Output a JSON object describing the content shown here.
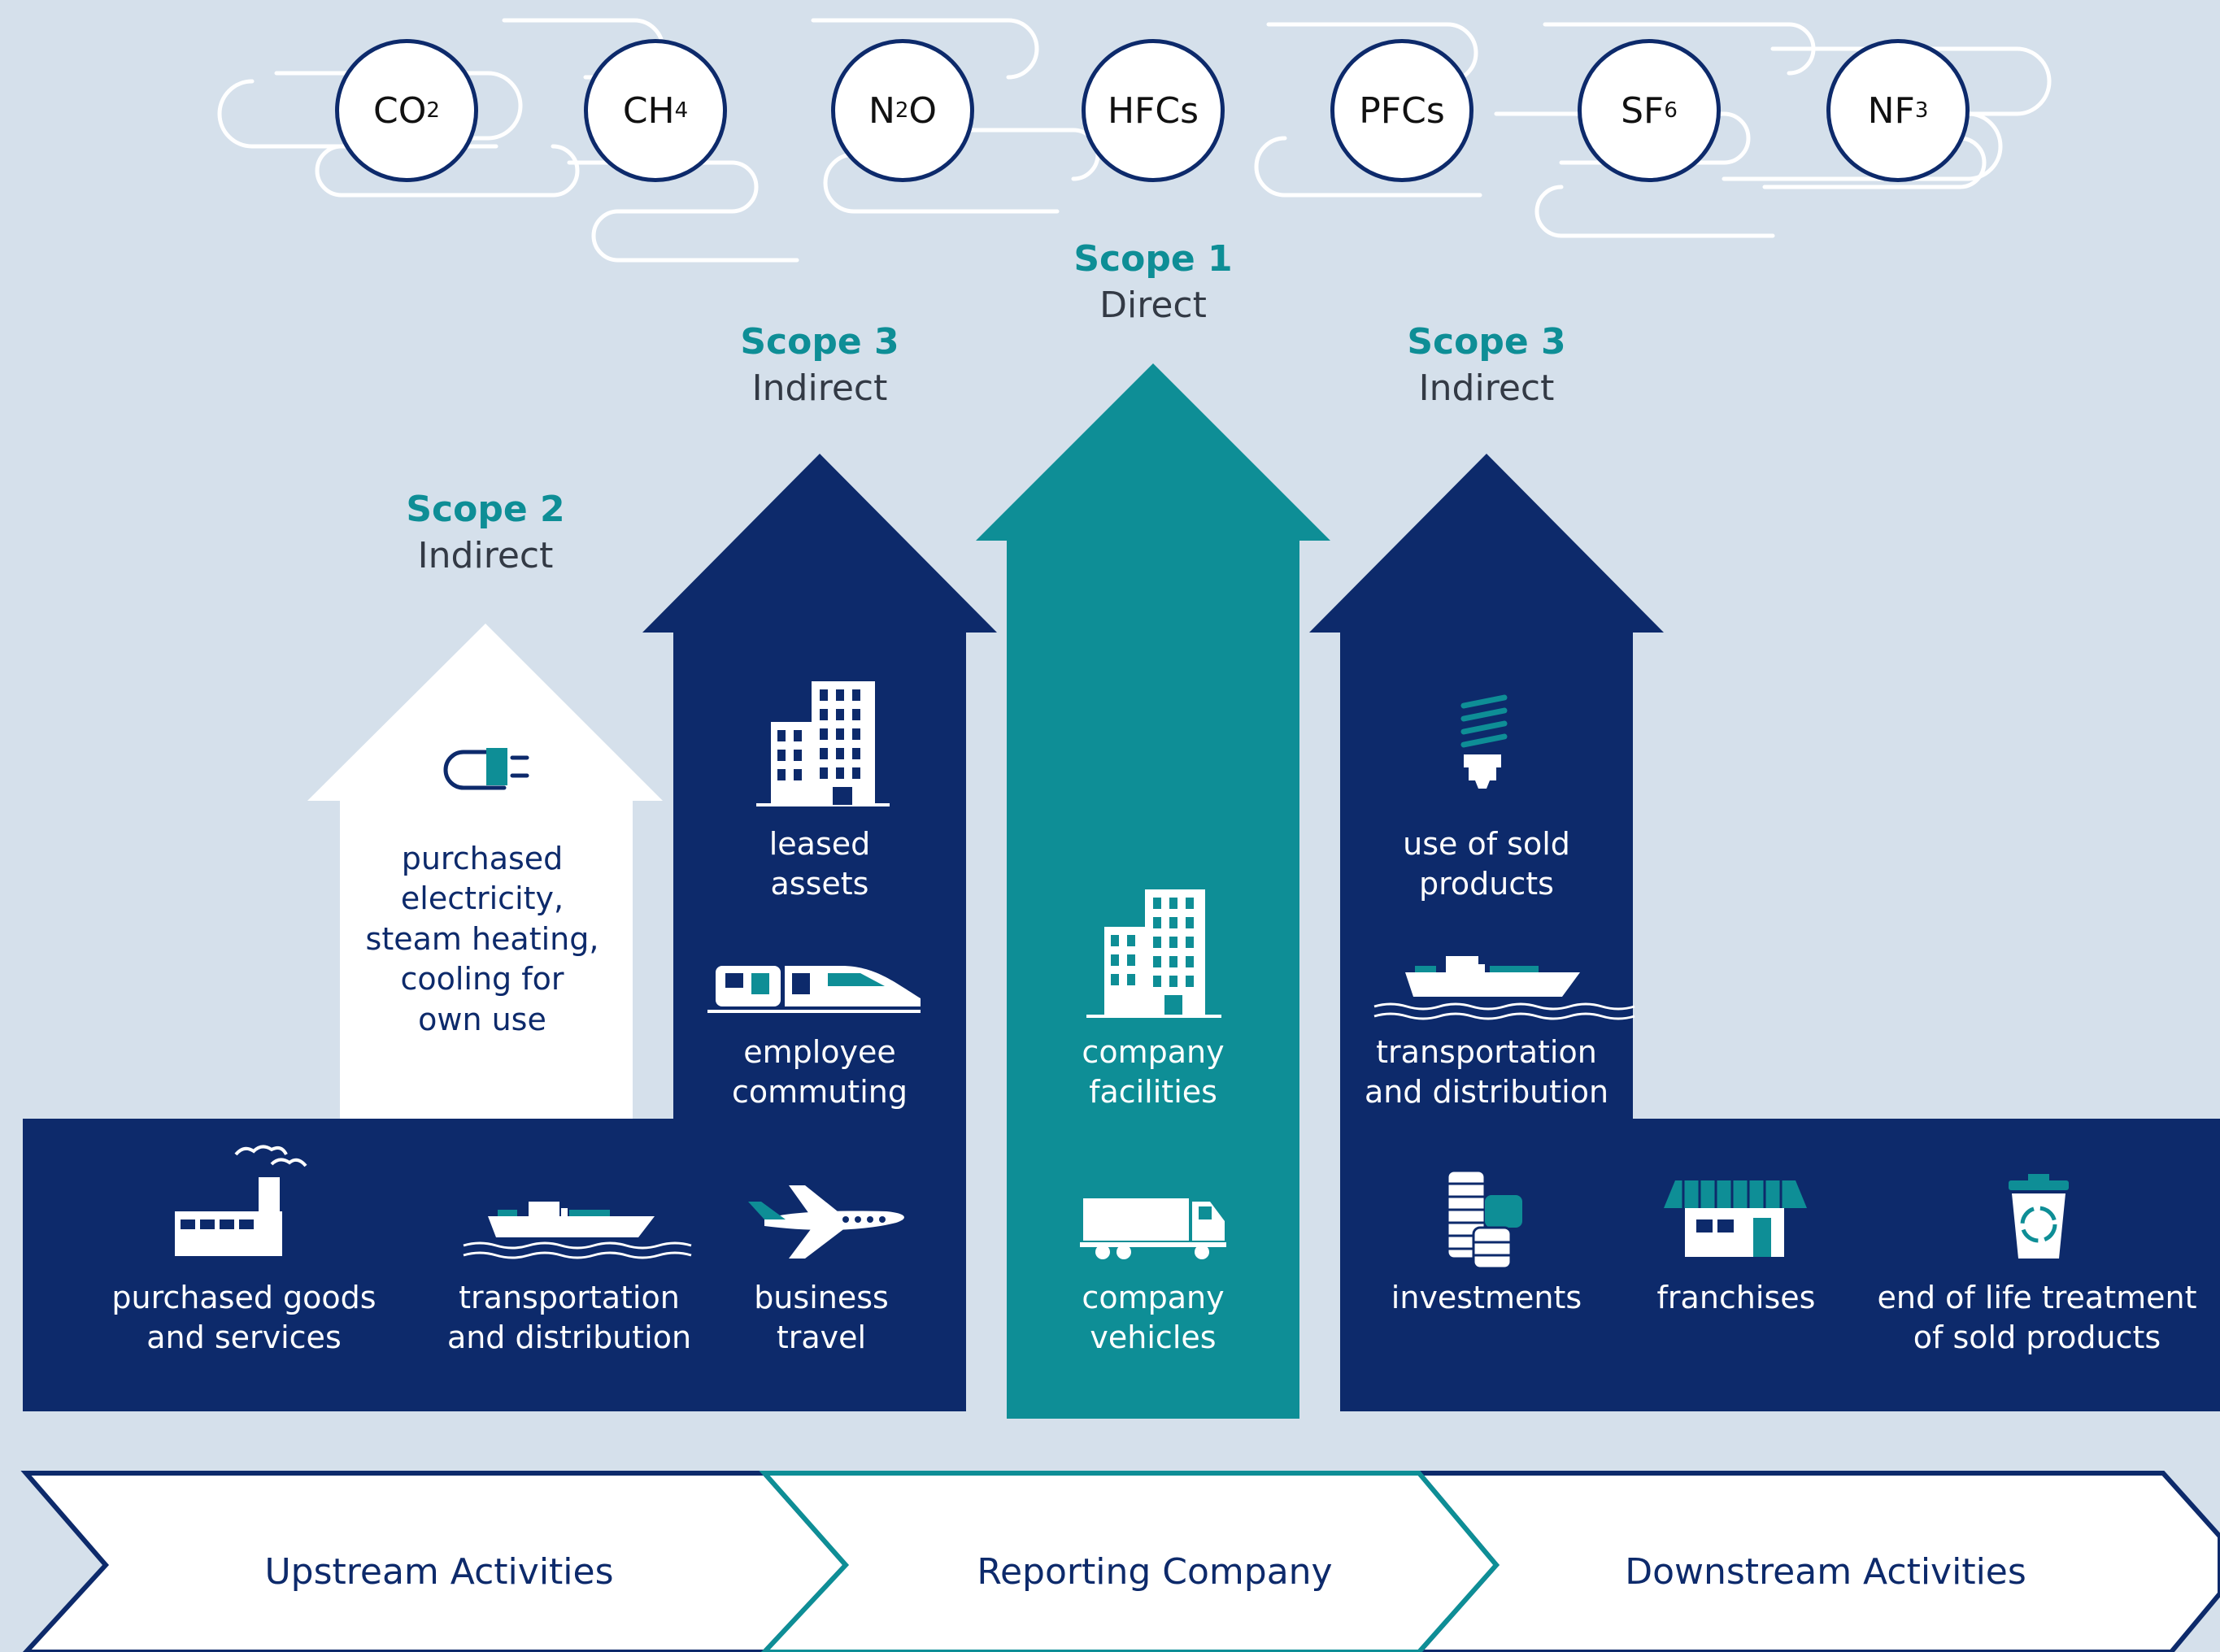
{
  "colors": {
    "background": "#d5e0eb",
    "navy": "#0d2a6b",
    "teal": "#0e8e96",
    "white": "#ffffff"
  },
  "gases": [
    {
      "base": "CO",
      "sub": "2"
    },
    {
      "base": "CH",
      "sub": "4"
    },
    {
      "base": "N",
      "sub": "2",
      "tail": "O"
    },
    {
      "base": "HFCs",
      "sub": ""
    },
    {
      "base": "PFCs",
      "sub": ""
    },
    {
      "base": "SF",
      "sub": "6"
    },
    {
      "base": "NF",
      "sub": "3"
    }
  ],
  "scopes": {
    "scope1": {
      "title": "Scope 1",
      "kind": "Direct"
    },
    "scope2": {
      "title": "Scope 2",
      "kind": "Indirect"
    },
    "scope3_upstream": {
      "title": "Scope 3",
      "kind": "Indirect"
    },
    "scope3_downstream": {
      "title": "Scope 3",
      "kind": "Indirect"
    }
  },
  "activities": {
    "purchased_electricity": [
      "purchased",
      "electricity,",
      "steam heating,",
      "cooling for",
      "own use"
    ],
    "leased_assets": [
      "leased",
      "assets"
    ],
    "employee_commuting": [
      "employee",
      "commuting"
    ],
    "purchased_goods": [
      "purchased goods",
      "and services"
    ],
    "transport_upstream": [
      "transportation",
      "and distribution"
    ],
    "business_travel": [
      "business",
      "travel"
    ],
    "company_facilities": [
      "company",
      "facilities"
    ],
    "company_vehicles": [
      "company",
      "vehicles"
    ],
    "use_of_sold_products": [
      "use of sold",
      "products"
    ],
    "transport_downstream": [
      "transportation",
      "and distribution"
    ],
    "investments": [
      "investments"
    ],
    "franchises": [
      "franchises"
    ],
    "end_of_life": [
      "end of life treatment",
      "of sold products"
    ]
  },
  "bands": {
    "upstream": "Upstream Activities",
    "reporting": "Reporting Company",
    "downstream": "Downstream Activities"
  },
  "icons": [
    "plug-icon",
    "building-icon",
    "train-icon",
    "factory-icon",
    "ship-icon",
    "airplane-icon",
    "truck-icon",
    "lightbulb-icon",
    "coins-icon",
    "shop-icon",
    "recycle-bin-icon"
  ]
}
